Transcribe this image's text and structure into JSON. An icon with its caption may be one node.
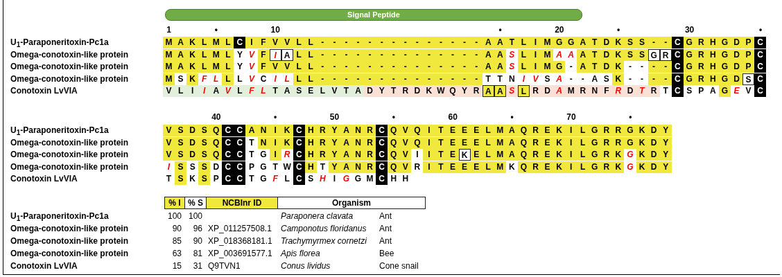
{
  "diagram": {
    "nodes": [
      {
        "text": [
          "Signal Peptide"
        ]
      }
    ],
    "labels": [
      "1",
      "•",
      "10",
      "•",
      "20",
      "•",
      "30",
      "•",
      "U$_{1}$-Paraponeritoxin-Pc1a",
      "M A K L M L C I F V V L L - - - - - - - - - - - - - - A A T L I M G G A T D K S S - - C G R H G D P C",
      "Omega-conotoxin-like protein",
      "M A K L M L Y V F I A L L - - - - - - - - - - - - - - A A S L I M A A A T D K S S G R C G R H G D P C",
      "Omega-conotoxin-like protein",
      "M A K L M L Y V F V V L L - - - - - - - - - - - - - - A A S L I M G - A T D K - - - - C G R H G D P C",
      "Omega-conotoxin-like protein",
      "M S K F L L L V C I L L L - - - - - - - - - - - - - - T T N I V S A - - A S K - - - - C G R H G D S C",
      "Conotoxin LvVIA",
      "V L I I A V L F L T A S E L V T A D Y T R D K W Q Y R A A S L R D A M R N F R D T R T C S P A G E V C",
      "40",
      "•",
      "50",
      "•",
      "60",
      "•",
      "70",
      "•",
      "U$_{1}$-Paraponeritoxin-Pc1a",
      "V S D S Q C C A N I K C H R Y A N R C Q V Q I T E E E L M A Q R E K I L G R R G K D Y",
      "Omega-conotoxin-like protein",
      "V S D S Q C C T N I K C H R Y A N R C Q V Q I T E E E L M A Q R E K I L G R R G K D Y",
      "Omega-conotoxin-like protein",
      "V S D S Q C C T G I R C H R Y A N R C Q V I I T E K E L M A Q R E K I L G R K G K D Y",
      "Omega-conotoxin-like protein",
      "I S S S D C C P G T W C H T Y A N R C Q V R I T E E E L M K Q R E K I L G R K G K D Y",
      "Conotoxin LvVIA",
      "T S K S P C C T G F L C S H I G G M C H H",
      "% I",
      "% S",
      "NCBInr ID",
      "Organism",
      "U$_{1}$-Paraponeritoxin-Pc1a",
      "100",
      "100",
      "Paraponera clavata",
      "Ant",
      "Omega-conotoxin-like protein",
      "90",
      "96",
      "XP_011257508.1",
      "Camponotus floridanus",
      "Ant",
      "Omega-conotoxin-like protein",
      "85",
      "90",
      "XP_018368181.1",
      "Trachymyrmex cornetzi",
      "Ant",
      "Omega-conotoxin-like protein",
      "63",
      "81",
      "XP_003691577.1",
      "Apis florea",
      "Bee",
      "Conotoxin LvVIA",
      "15",
      "31",
      "Q9TVN1",
      "Conus lividus",
      "Cone snail"
    ]
  }
}
